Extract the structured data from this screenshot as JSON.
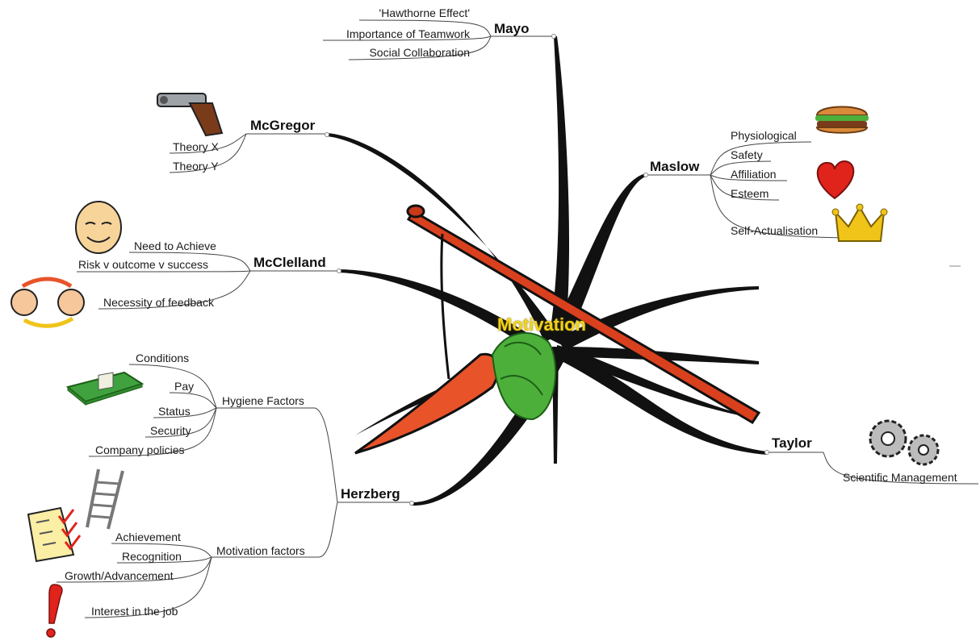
{
  "center": {
    "title": "Motivation"
  },
  "branches": {
    "mayo": {
      "title": "Mayo",
      "items": [
        "'Hawthorne Effect'",
        "Importance of Teamwork",
        "Social Collaboration"
      ]
    },
    "mcgregor": {
      "title": "McGregor",
      "items": [
        "Theory X",
        "Theory Y"
      ]
    },
    "mcclelland": {
      "title": "McClelland",
      "items": [
        "Need to Achieve",
        "Risk v outcome v success",
        "Necessity of feedback"
      ]
    },
    "herzberg": {
      "title": "Herzberg",
      "hygiene": {
        "title": "Hygiene Factors",
        "items": [
          "Conditions",
          "Pay",
          "Status",
          "Security",
          "Company policies"
        ]
      },
      "motivation": {
        "title": "Motivation factors",
        "items": [
          "Achievement",
          "Recognition",
          "Growth/Advancement",
          "Interest in the job"
        ]
      }
    },
    "maslow": {
      "title": "Maslow",
      "items": [
        "Physiological",
        "Safety",
        "Affiliation",
        "Esteem",
        "Self-Actualisation"
      ]
    },
    "taylor": {
      "title": "Taylor",
      "items": [
        "Scientific Management"
      ]
    }
  },
  "illustrations": [
    "gun-icon",
    "smiling-face-icon",
    "two-people-exchange-icon",
    "money-stack-icon",
    "ladder-icon",
    "checklist-icon",
    "exclamation-icon",
    "hamburger-icon",
    "heart-icon",
    "crown-icon",
    "gears-icon",
    "carrot-on-stick-icon"
  ],
  "colors": {
    "line": "#111111",
    "center_text": "#f2d21a",
    "carrot": "#e8532a",
    "stick": "#d9401e",
    "leaves": "#4caf3a",
    "heart": "#e0241b",
    "crown": "#f0c419",
    "money": "#2e8b2e"
  }
}
